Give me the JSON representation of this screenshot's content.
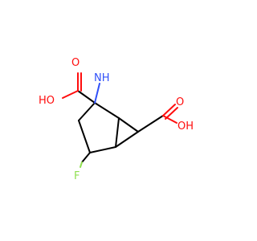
{
  "molecule": {
    "atoms": [
      {
        "id": "n",
        "symbol": "NH",
        "color": "#3050f8"
      },
      {
        "id": "o1",
        "symbol": "O",
        "color": "#ff0d0d"
      },
      {
        "id": "oh1",
        "symbol": "HO",
        "color": "#ff0d0d"
      },
      {
        "id": "o2",
        "symbol": "O",
        "color": "#ff0d0d"
      },
      {
        "id": "oh2",
        "symbol": "OH",
        "color": "#ff0d0d"
      },
      {
        "id": "f",
        "symbol": "F",
        "color": "#90e050"
      }
    ],
    "colors": {
      "bond": "#000000",
      "oxygen": "#ff0d0d",
      "nitrogen": "#3050f8",
      "fluorine": "#90e050",
      "background": "#ffffff"
    }
  }
}
